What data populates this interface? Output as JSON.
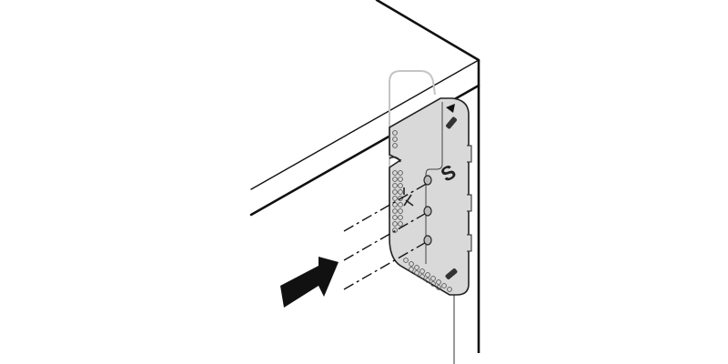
{
  "diagram": {
    "type": "assembly-instruction",
    "subject": "mounting plate attached to cabinet side panel",
    "elements": [
      {
        "name": "cabinet-top-panel",
        "description": "Cabinet top panel edge in isometric view"
      },
      {
        "name": "cabinet-side-panel",
        "description": "Vertical side panel of cabinet"
      },
      {
        "name": "ghost-outline-plate",
        "description": "Light grey outline showing plate position"
      },
      {
        "name": "mounting-plate",
        "description": "Grey perforated mounting plate with rounded corners"
      },
      {
        "name": "mounting-screws",
        "count": 3,
        "description": "Three screws along dashed insertion paths"
      },
      {
        "name": "insertion-direction-arrow",
        "description": "Large black arrow pointing toward the plate"
      },
      {
        "name": "plate-marking",
        "label": "S"
      }
    ],
    "plate_label": "S",
    "colors": {
      "line": "#111111",
      "plate_fill": "#d9d9d9",
      "ghost_outline": "#c4c4c4",
      "arrow": "#111111",
      "background": "#ffffff"
    }
  }
}
